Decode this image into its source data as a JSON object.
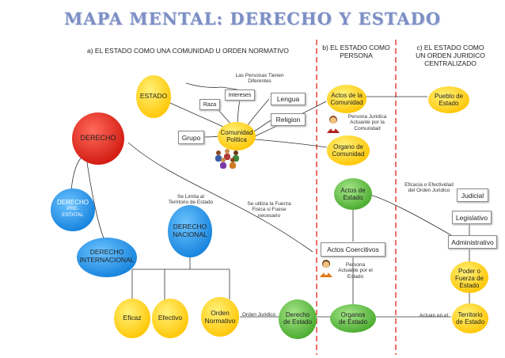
{
  "title": "MAPA MENTAL: DERECHO Y ESTADO",
  "headers": {
    "a": "a) EL ESTADO COMO UNA COMUNIDAD U ORDEN NORMATIVO",
    "b_line1": "b) EL ESTADO COMO",
    "b_line2": "PERSONA",
    "c_line1": "c) EL ESTADO COMO",
    "c_line2": "UN ORDEN JURIDICO",
    "c_line3": "CENTRALIZADO"
  },
  "nodes": {
    "derecho": "DERECHO",
    "derecho_pre_1": "DERECHO",
    "derecho_pre_2": "PRE-",
    "derecho_pre_3": "ESTATAL",
    "derecho_int_1": "DERECHO",
    "derecho_int_2": "INTERNACIONAL",
    "estado": "ESTADO",
    "raza": "Raza",
    "intereses": "Intereses",
    "lengua": "Lengua",
    "religion": "Religion",
    "grupo": "Grupo",
    "comunidad_1": "Comunidad",
    "comunidad_2": "Politica",
    "personas_1": "Las Personas Tienen",
    "personas_2": "Diferentes",
    "limita_1": "Se Limita al",
    "limita_2": "Territorio de Estado",
    "fuerza_1": "Se utiliza la Fuerza",
    "fuerza_2": "Fisica si Fuese",
    "fuerza_3": "necesario",
    "der_nac_1": "DERECHO",
    "der_nac_2": "NACIONAL",
    "eficaz": "Eficaz",
    "efectivo": "Efectivo",
    "orden_norm_1": "Orden",
    "orden_norm_2": "Normativo",
    "orden_juridico": "Orden Juridico",
    "der_estado_1": "Derecho",
    "der_estado_2": "de Estado",
    "actos_com_1": "Actos de la",
    "actos_com_2": "Comunidad",
    "pj_1": "Persona Juridica",
    "pj_2": "Actuante por la",
    "pj_3": "Comunidad",
    "organo_1": "Organo de",
    "organo_2": "Comunidad",
    "actos_est_1": "Actos de",
    "actos_est_2": "Estado",
    "actos_coerc": "Actos Coercitivos",
    "pa_1": "Persona",
    "pa_2": "Actuante por el",
    "pa_3": "Estado",
    "organos_1": "Organos",
    "organos_2": "de Estado",
    "pueblo_1": "Pueblo de",
    "pueblo_2": "Estado",
    "eficacia_1": "Eficacia o Efectividad",
    "eficacia_2": "del Orden Juridico",
    "judicial": "Judicial",
    "legislativo": "Legislativo",
    "administrativo": "Administrativo",
    "poder_1": "Poder o",
    "poder_2": "Fuerza de",
    "poder_3": "Estado",
    "actuan": "Actuan en el",
    "territorio_1": "Territorio",
    "territorio_2": "de Estado"
  },
  "colors": {
    "title": "#7d8fc4",
    "red": "#e8231d",
    "blue": "#1b8fe4",
    "yellow": "#ffd21a",
    "green": "#5bbf3a",
    "orange": "#ffa01a",
    "divider": "#e8231d"
  },
  "icons": [
    "person-icon",
    "person-group-icon"
  ]
}
